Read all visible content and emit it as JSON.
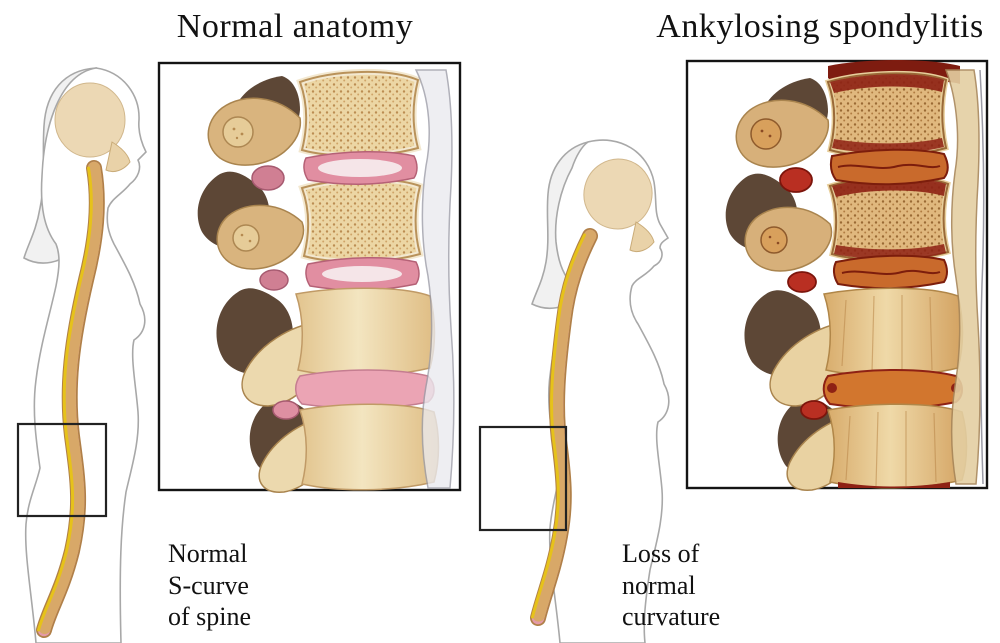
{
  "panels": [
    {
      "id": "normal-anatomy",
      "title": "Normal anatomy",
      "caption_lines": [
        "Normal",
        "S-curve",
        "of spine"
      ],
      "figure_alt": "Side profile of a person with a normal S-curved spine; a box marks the lower spine region",
      "detail_alt": "Close-up of healthy vertebrae with intact pink intervertebral discs and anterior ligament"
    },
    {
      "id": "ankylosing-spondylitis",
      "title": "Ankylosing spondylitis",
      "caption_lines": [
        "Loss of",
        "normal",
        "curvature"
      ],
      "figure_alt": "Side profile of a stooped person with loss of normal spinal curvature; a box marks the lower spine region",
      "detail_alt": "Close-up of inflamed fusing vertebrae with ossified red-orange discs and bony bridging"
    }
  ],
  "palette": {
    "background": "#ffffff",
    "bone": "#d9b47e",
    "trabecular_bone": "#ecd6a4",
    "disc_pink": "#e18ea1",
    "inflamed_red": "#8e2114",
    "ossified_orange": "#c96a2c",
    "spinal_cord_yellow": "#e6c21a",
    "outline_gray": "#a8a8a8",
    "frame_black": "#141414"
  }
}
